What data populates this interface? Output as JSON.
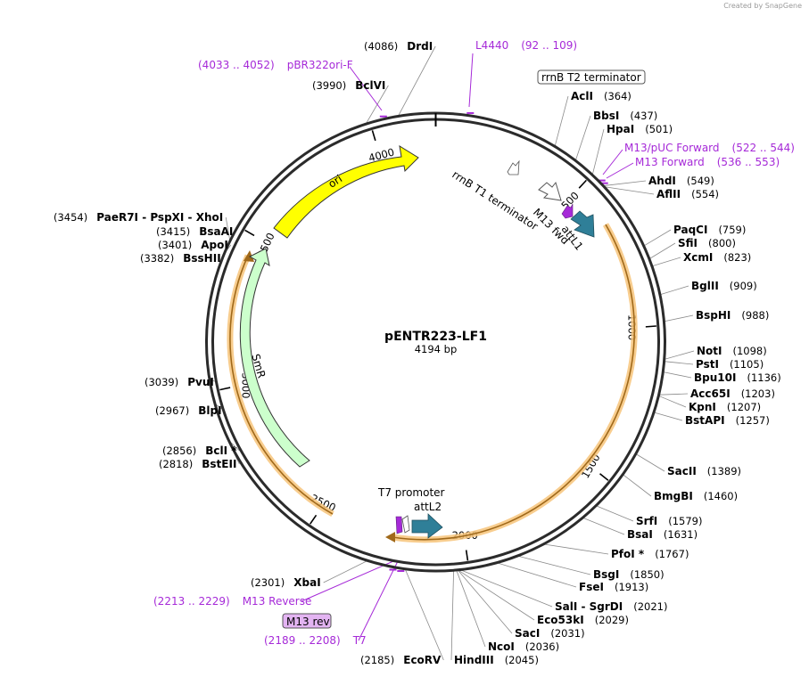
{
  "credit": "Created by SnapGene",
  "plasmid": {
    "name": "pENTR223-LF1",
    "size_label": "4194 bp",
    "length": 4194
  },
  "ticks": [
    "500",
    "1000",
    "1500",
    "2000",
    "2500",
    "3000",
    "3500",
    "4000"
  ],
  "sites": [
    {
      "id": "drdi",
      "name": "DrdI",
      "pos": "(4086)",
      "bp": 4086
    },
    {
      "id": "bclvi",
      "name": "BclVI",
      "pos": "(3990)",
      "bp": 3990
    },
    {
      "id": "acli",
      "name": "AclI",
      "pos": "(364)",
      "bp": 364
    },
    {
      "id": "bbsi",
      "name": "BbsI",
      "pos": "(437)",
      "bp": 437
    },
    {
      "id": "hpai",
      "name": "HpaI",
      "pos": "(501)",
      "bp": 501
    },
    {
      "id": "ahdi",
      "name": "AhdI",
      "pos": "(549)",
      "bp": 549
    },
    {
      "id": "aflii",
      "name": "AflII",
      "pos": "(554)",
      "bp": 554
    },
    {
      "id": "paqci",
      "name": "PaqCI",
      "pos": "(759)",
      "bp": 759
    },
    {
      "id": "sfii",
      "name": "SfiI",
      "pos": "(800)",
      "bp": 800
    },
    {
      "id": "xcmi",
      "name": "XcmI",
      "pos": "(823)",
      "bp": 823
    },
    {
      "id": "bglii",
      "name": "BglII",
      "pos": "(909)",
      "bp": 909
    },
    {
      "id": "bsphi",
      "name": "BspHI",
      "pos": "(988)",
      "bp": 988
    },
    {
      "id": "noti",
      "name": "NotI",
      "pos": "(1098)",
      "bp": 1098
    },
    {
      "id": "psti",
      "name": "PstI",
      "pos": "(1105)",
      "bp": 1105
    },
    {
      "id": "bpu10i",
      "name": "Bpu10I",
      "pos": "(1136)",
      "bp": 1136
    },
    {
      "id": "acc65i",
      "name": "Acc65I",
      "pos": "(1203)",
      "bp": 1203
    },
    {
      "id": "kpni",
      "name": "KpnI",
      "pos": "(1207)",
      "bp": 1207
    },
    {
      "id": "bstapi",
      "name": "BstAPI",
      "pos": "(1257)",
      "bp": 1257
    },
    {
      "id": "sacii",
      "name": "SacII",
      "pos": "(1389)",
      "bp": 1389
    },
    {
      "id": "bmgbi",
      "name": "BmgBI",
      "pos": "(1460)",
      "bp": 1460
    },
    {
      "id": "srfi",
      "name": "SrfI",
      "pos": "(1579)",
      "bp": 1579
    },
    {
      "id": "bsai",
      "name": "BsaI",
      "pos": "(1631)",
      "bp": 1631
    },
    {
      "id": "pfoi",
      "name": "PfoI *",
      "pos": "(1767)",
      "bp": 1767
    },
    {
      "id": "bsgi",
      "name": "BsgI",
      "pos": "(1850)",
      "bp": 1850
    },
    {
      "id": "fsei",
      "name": "FseI",
      "pos": "(1913)",
      "bp": 1913
    },
    {
      "id": "sali",
      "name": "SalI  - SgrDI",
      "pos": "(2021)",
      "bp": 2021
    },
    {
      "id": "eco53ki",
      "name": "Eco53kI",
      "pos": "(2029)",
      "bp": 2029
    },
    {
      "id": "saci",
      "name": "SacI",
      "pos": "(2031)",
      "bp": 2031
    },
    {
      "id": "ncoi",
      "name": "NcoI",
      "pos": "(2036)",
      "bp": 2036
    },
    {
      "id": "hindiii",
      "name": "HindIII",
      "pos": "(2045)",
      "bp": 2045
    },
    {
      "id": "ecorv",
      "name": "EcoRV",
      "pos": "(2185)",
      "bp": 2185
    },
    {
      "id": "xbai",
      "name": "XbaI",
      "pos": "(2301)",
      "bp": 2301
    },
    {
      "id": "bsteii",
      "name": "BstEII",
      "pos": "(2818)",
      "bp": 2818
    },
    {
      "id": "bcli",
      "name": "BclI *",
      "pos": "(2856)",
      "bp": 2856
    },
    {
      "id": "blpi",
      "name": "BlpI",
      "pos": "(2967)",
      "bp": 2967
    },
    {
      "id": "pvui",
      "name": "PvuI",
      "pos": "(3039)",
      "bp": 3039
    },
    {
      "id": "bsshii",
      "name": "BssHII",
      "pos": "(3382)",
      "bp": 3382
    },
    {
      "id": "apoi",
      "name": "ApoI",
      "pos": "(3401)",
      "bp": 3401
    },
    {
      "id": "bsaai",
      "name": "BsaAI",
      "pos": "(3415)",
      "bp": 3415
    },
    {
      "id": "paer7i",
      "name": "PaeR7I  - PspXI  - XhoI",
      "pos": "(3454)",
      "bp": 3454
    }
  ],
  "primer_sites": [
    {
      "id": "l4440",
      "name": "L4440",
      "range": "(92 .. 109)",
      "bp": 100
    },
    {
      "id": "pbr322ori",
      "name": "pBR322ori-F",
      "range": "(4033 .. 4052)",
      "bp": 4042
    },
    {
      "id": "m13puc",
      "name": "M13/pUC Forward",
      "range": "(522 .. 544)",
      "bp": 533
    },
    {
      "id": "m13fwd",
      "name": "M13 Forward",
      "range": "(536 .. 553)",
      "bp": 544
    },
    {
      "id": "m13rev",
      "name": "M13 Reverse",
      "range": "(2213 .. 2229)",
      "bp": 2221
    },
    {
      "id": "t7",
      "name": "T7",
      "range": "(2189 .. 2208)",
      "bp": 2198
    }
  ],
  "features": {
    "rrnb_t2": "rrnB T2 terminator",
    "rrnb_t1": "rrnB T1 terminator",
    "m13_fwd": "M13 fwd",
    "attl1": "attL1",
    "t7_promoter": "T7 promoter",
    "attl2": "attL2",
    "m13_rev": "M13 rev",
    "ori": "ori",
    "smr": "SmR"
  },
  "colors": {
    "backbone": "#2b2b2b",
    "ori": "#ffff00",
    "smr": "#ccffcc",
    "att": "#2f7f98",
    "primer": "#a62ad8",
    "orange_glow": "#f7c47a",
    "orf_line": "#a0691a"
  }
}
